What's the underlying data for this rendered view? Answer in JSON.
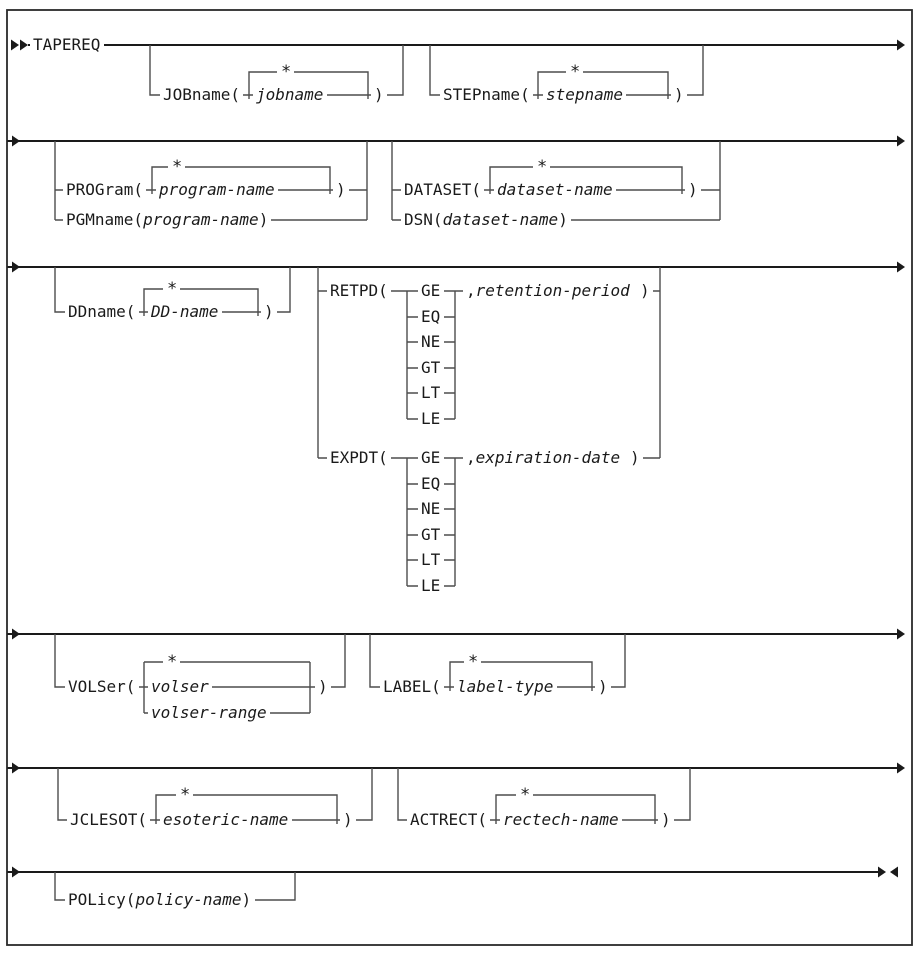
{
  "row1": {
    "command": "TAPEREQ",
    "jobname": {
      "open": "JOBname(",
      "default_value": "*",
      "variable": "jobname",
      "close": ")"
    },
    "stepname": {
      "open": "STEPname(",
      "default_value": "*",
      "variable": "stepname",
      "close": ")"
    }
  },
  "row2": {
    "program": {
      "open": "PROGram(",
      "default_value": "*",
      "variable": "program-name",
      "close": ")"
    },
    "pgmname": {
      "open": "PGMname(",
      "variable": "program-name",
      "close": ")"
    },
    "dataset": {
      "open": "DATASET(",
      "default_value": "*",
      "variable": "dataset-name",
      "close": ")"
    },
    "dsn": {
      "open": "DSN(",
      "variable": "dataset-name",
      "close": ")"
    }
  },
  "row3": {
    "ddname": {
      "open": "DDname(",
      "default_value": "*",
      "variable": "DD-name",
      "close": ")"
    },
    "retpd": {
      "open": "RETPD(",
      "operators": [
        "GE",
        "EQ",
        "NE",
        "GT",
        "LT",
        "LE"
      ],
      "comma": ",",
      "variable": "retention-period",
      "close": ")"
    },
    "expdt": {
      "open": "EXPDT(",
      "operators": [
        "GE",
        "EQ",
        "NE",
        "GT",
        "LT",
        "LE"
      ],
      "comma": ",",
      "variable": "expiration-date",
      "close": ")"
    }
  },
  "row4": {
    "volser": {
      "open": "VOLSer(",
      "default_value": "*",
      "variable": "volser",
      "variable_alt": "volser-range",
      "close": ")"
    },
    "label": {
      "open": "LABEL(",
      "default_value": "*",
      "variable": "label-type",
      "close": ")"
    }
  },
  "row5": {
    "jclesot": {
      "open": "JCLESOT(",
      "default_value": "*",
      "variable": "esoteric-name",
      "close": ")"
    },
    "actrect": {
      "open": "ACTRECT(",
      "default_value": "*",
      "variable": "rectech-name",
      "close": ")"
    }
  },
  "row6": {
    "policy": {
      "open": "POLicy(",
      "variable": "policy-name",
      "close": ")"
    }
  }
}
